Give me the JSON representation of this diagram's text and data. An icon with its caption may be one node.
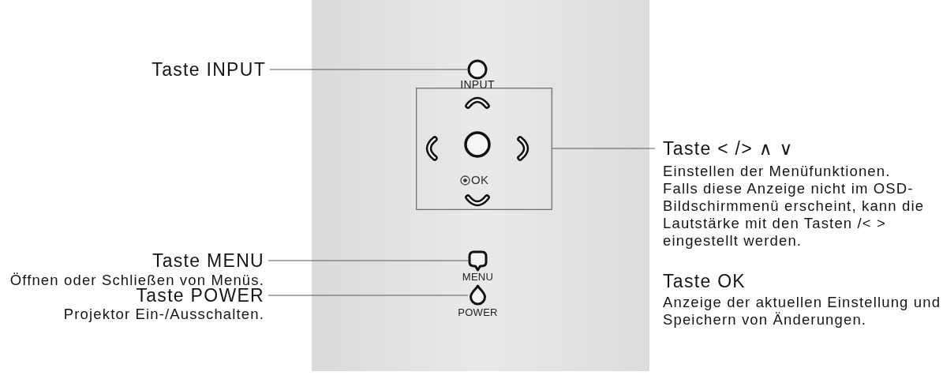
{
  "diagram": {
    "nodes": [
      {
        "text": [
          "Taste INPUT"
        ]
      },
      {
        "text": [],
        "shape": "circle",
        "beside": [
          "INPUT"
        ]
      },
      {
        "text": [],
        "shape": "box"
      },
      {
        "text": [
          "Taste < /> ∧ ∨",
          "Einstellen der Menüfunktionen.",
          "Falls diese Anzeige nicht im OSD-Bildschirmmenü erscheint, kann die Lautstärke mit den Tasten /< > eingestellt werden."
        ]
      },
      {
        "text": [
          "Taste MENU",
          "Öffnen oder Schließen von Menüs."
        ]
      },
      {
        "text": [],
        "shape": "circle",
        "beside": [
          "MENU"
        ]
      },
      {
        "text": [
          "Taste POWER",
          "Projektor Ein-/Ausschalten."
        ]
      },
      {
        "text": [],
        "shape": "circle",
        "beside": [
          "POWER"
        ]
      }
    ],
    "edges": [
      {
        "from": 0,
        "to": 1,
        "arrow": "none"
      },
      {
        "from": 3,
        "to": 2,
        "arrow": "none"
      },
      {
        "from": 4,
        "to": 5,
        "arrow": "none"
      },
      {
        "from": 6,
        "to": 7,
        "arrow": "none"
      }
    ],
    "labels": [
      "OK",
      "Taste OK",
      "Anzeige der aktuellen Einstellung und Speichern von Änderungen."
    ]
  }
}
